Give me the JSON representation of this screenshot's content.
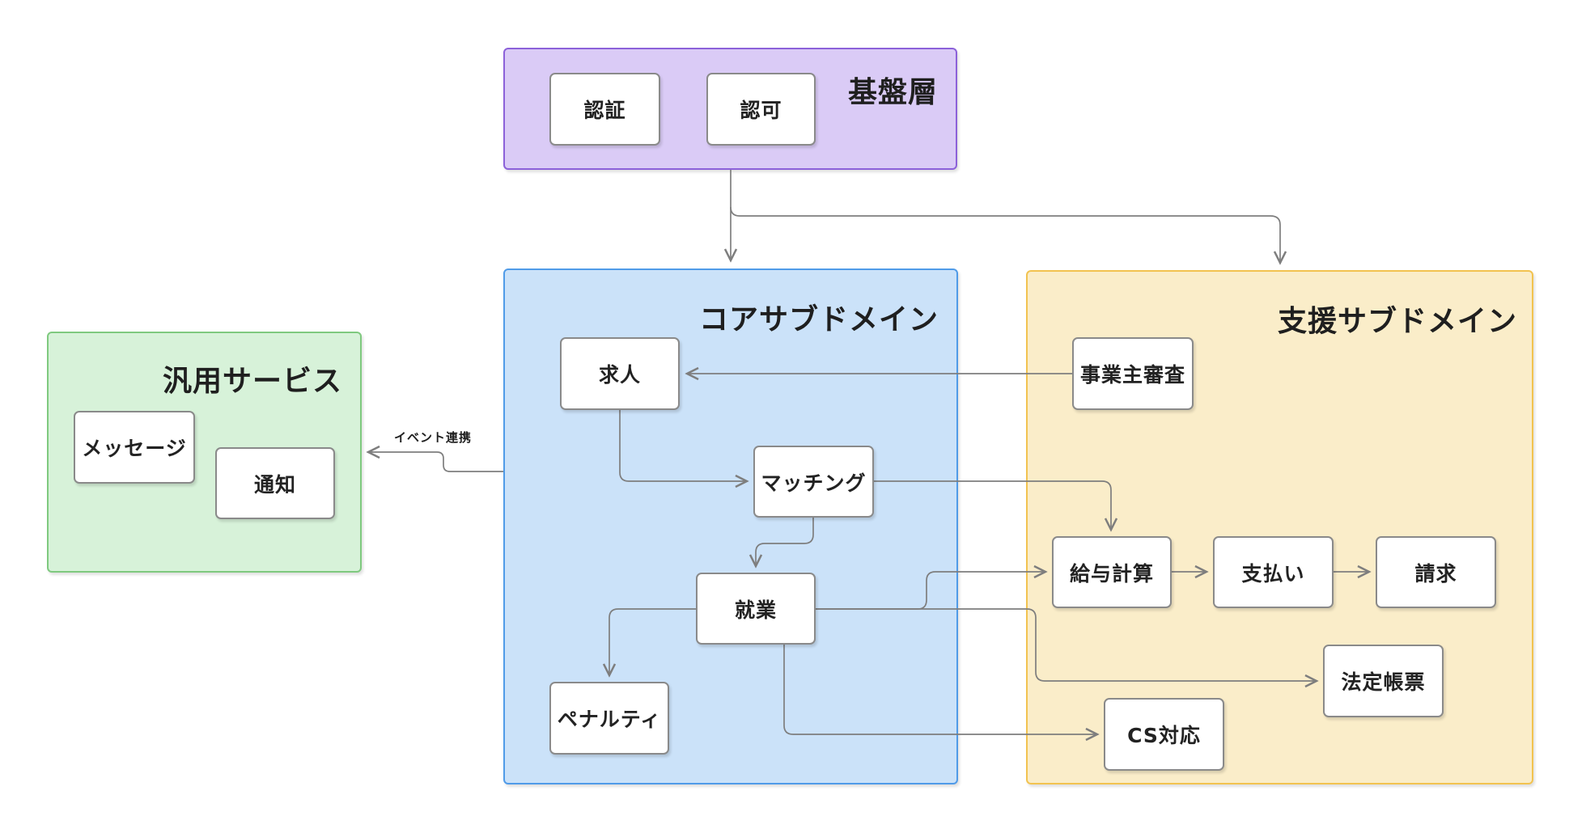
{
  "diagram": {
    "containers": {
      "foundation": {
        "title": "基盤層"
      },
      "generic": {
        "title": "汎用サービス"
      },
      "core": {
        "title": "コアサブドメイン"
      },
      "support": {
        "title": "支援サブドメイン"
      }
    },
    "nodes": {
      "auth": {
        "label": "認証"
      },
      "authz": {
        "label": "認可"
      },
      "message": {
        "label": "メッセージ"
      },
      "notification": {
        "label": "通知"
      },
      "job": {
        "label": "求人"
      },
      "matching": {
        "label": "マッチング"
      },
      "employment": {
        "label": "就業"
      },
      "penalty": {
        "label": "ペナルティ"
      },
      "review": {
        "label": "事業主審査"
      },
      "payroll": {
        "label": "給与計算"
      },
      "payment": {
        "label": "支払い"
      },
      "billing": {
        "label": "請求"
      },
      "legal": {
        "label": "法定帳票"
      },
      "cs": {
        "label": "CS対応"
      }
    },
    "edge_labels": {
      "event": "イベント連携"
    },
    "colors": {
      "purple_fill": "#DACBF6",
      "purple_border": "#8C61D9",
      "green_fill": "#D7F2D9",
      "green_border": "#7FC97F",
      "blue_fill": "#CBE2F9",
      "blue_border": "#509BE8",
      "yellow_fill": "#FAEDC9",
      "yellow_border": "#F2C350",
      "node_border": "#8A8A8A",
      "edge": "#7E7E7E",
      "text": "#1F1F1F"
    }
  }
}
